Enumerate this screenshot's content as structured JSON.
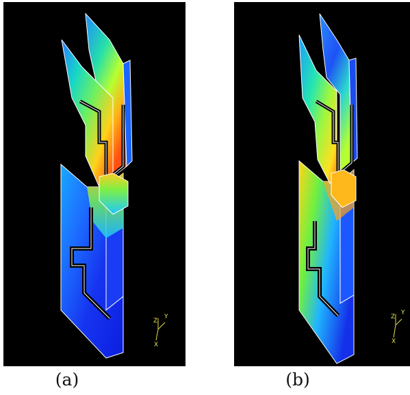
{
  "figures": [
    {
      "caption": "(a)",
      "axes": {
        "y": "Y",
        "z": "Z",
        "x": "X"
      }
    },
    {
      "caption": "(b)",
      "axes": {
        "y": "Y",
        "z": "Z",
        "x": "X"
      }
    }
  ],
  "colors": {
    "background": "#000000",
    "axis_triad": "#e8e14a",
    "edge": "#ffffff"
  }
}
